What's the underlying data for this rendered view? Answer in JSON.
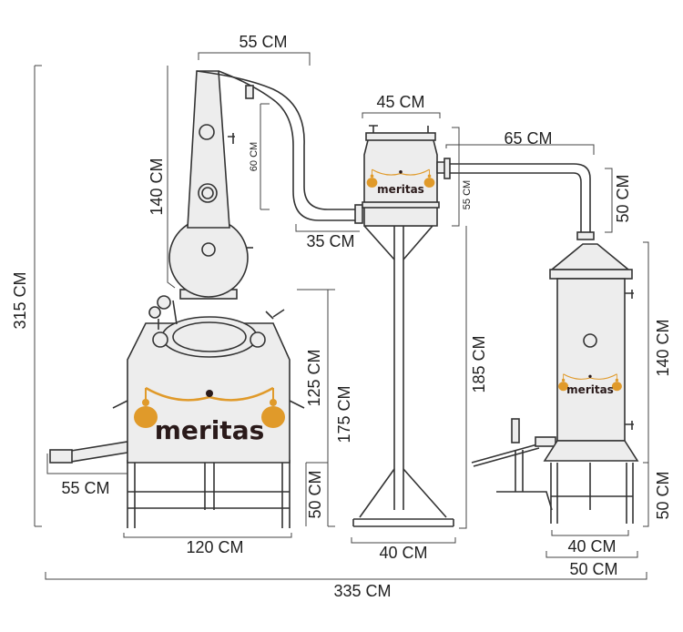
{
  "dimensions": {
    "column_width": "55 CM",
    "column_height": "140 CM",
    "lyne_arm_drop": "60 CM",
    "lyne_arm_offset": "35 CM",
    "helmet_width": "45 CM",
    "helmet_height": "55 CM",
    "pipe_run": "65 CM",
    "pipe_drop": "50 CM",
    "stand_height": "185 CM",
    "stand_base": "40 CM",
    "pot_body_height": "125 CM",
    "pot_total_height": "175 CM",
    "pot_legs_height": "50 CM",
    "pot_width": "120 CM",
    "outlet_length": "55 CM",
    "overall_height": "315 CM",
    "overall_width": "335 CM",
    "condenser_height": "140 CM",
    "condenser_legs_height": "50 CM",
    "condenser_base_inner": "40 CM",
    "condenser_base_outer": "50 CM"
  },
  "brand": {
    "logo_text": "meritas",
    "accent_color": "#e09a2a",
    "dark_color": "#2a1a1a"
  },
  "colors": {
    "equipment_fill": "#ededed",
    "outline": "#333333"
  }
}
